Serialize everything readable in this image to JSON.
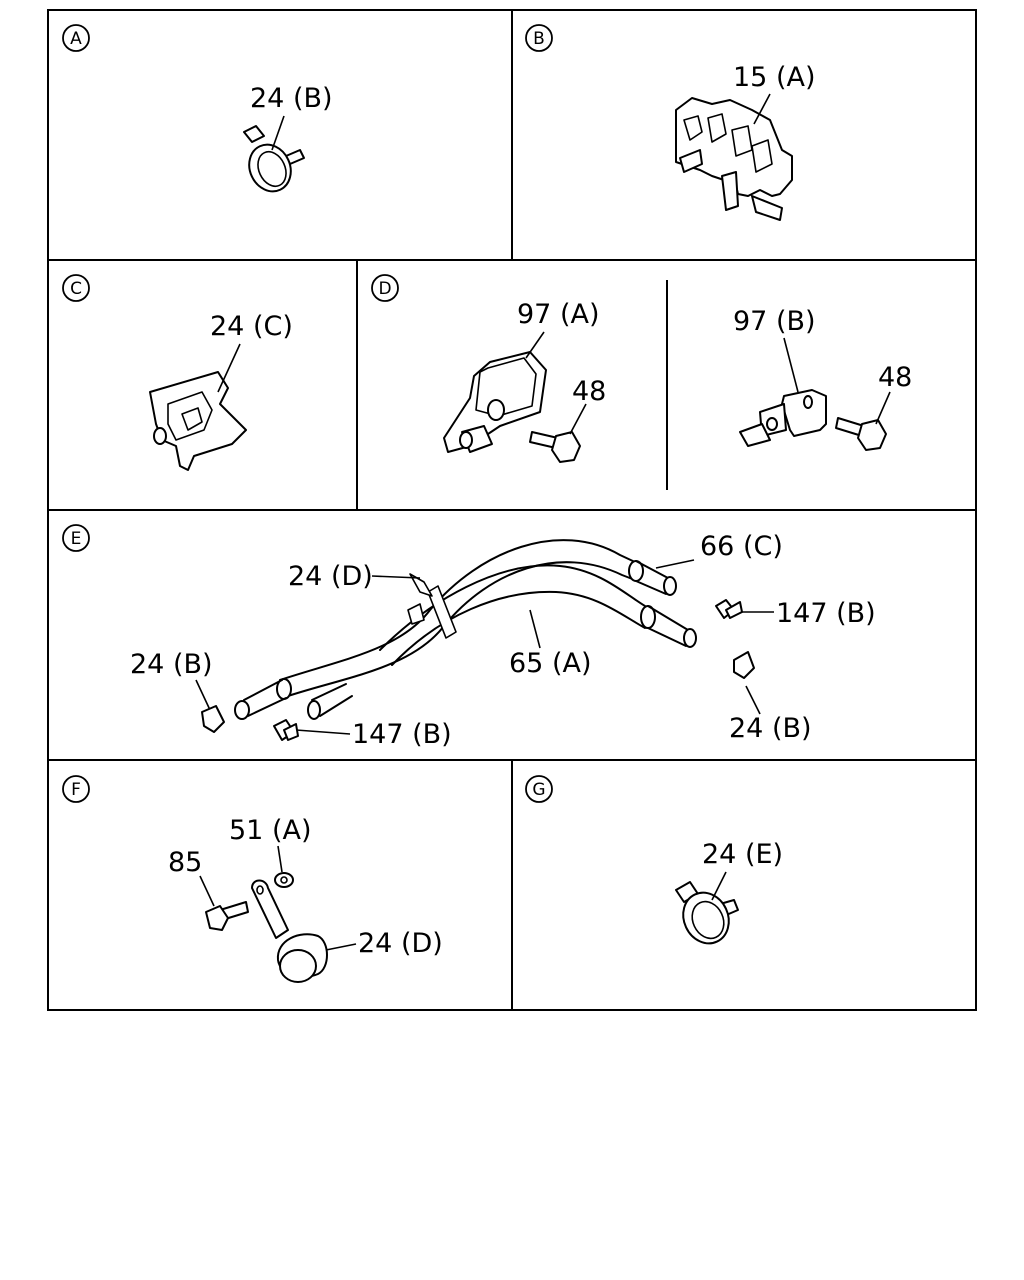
{
  "panels": {
    "A": {
      "badge": "A",
      "callouts": {
        "clamp": "24 (B)"
      }
    },
    "B": {
      "badge": "B",
      "callouts": {
        "clip": "15 (A)"
      }
    },
    "C": {
      "badge": "C",
      "callouts": {
        "clip": "24 (C)"
      }
    },
    "D": {
      "badge": "D",
      "callouts": {
        "bracket_a": "97 (A)",
        "bolt_a": "48",
        "bracket_b": "97 (B)",
        "bolt_b": "48"
      }
    },
    "E": {
      "badge": "E",
      "callouts": {
        "clamp_top": "24 (D)",
        "hose_upper": "66 (C)",
        "hose_lower": "65 (A)",
        "clip_right": "147 (B)",
        "clamp_right": "24 (B)",
        "clamp_left": "24 (B)",
        "clip_left": "147 (B)"
      }
    },
    "F": {
      "badge": "F",
      "callouts": {
        "nut": "51 (A)",
        "bolt": "85",
        "clamp": "24 (D)"
      }
    },
    "G": {
      "badge": "G",
      "callouts": {
        "clamp": "24 (E)"
      }
    }
  }
}
